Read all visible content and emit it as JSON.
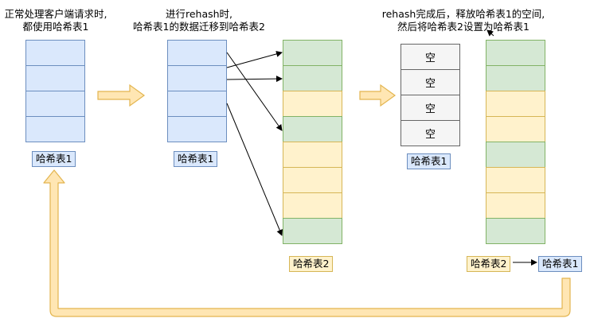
{
  "captions": {
    "step1_line1": "正常处理客户端请求时,",
    "step1_line2": "都使用哈希表1",
    "step2_line1": "进行rehash时,",
    "step2_line2": "哈希表1的数据迁移到哈希表2",
    "step3_line1": "rehash完成后，释放哈希表1的空间,",
    "step3_line2": "然后将哈希表2设置为哈希表1"
  },
  "labels": {
    "table1_a": "哈希表1",
    "table1_b": "哈希表1",
    "table2_b": "哈希表2",
    "table1_c": "哈希表1",
    "table2_c": "哈希表2",
    "table1_new": "哈希表1"
  },
  "empty_cells": [
    "空",
    "空",
    "空",
    "空"
  ],
  "colors": {
    "blue_fill": "#dae8fc",
    "green_fill": "#d5e8d4",
    "yellow_fill": "#fff2cc",
    "gray_fill": "#f5f5f5",
    "arrow_fill": "#ffe6b3"
  }
}
